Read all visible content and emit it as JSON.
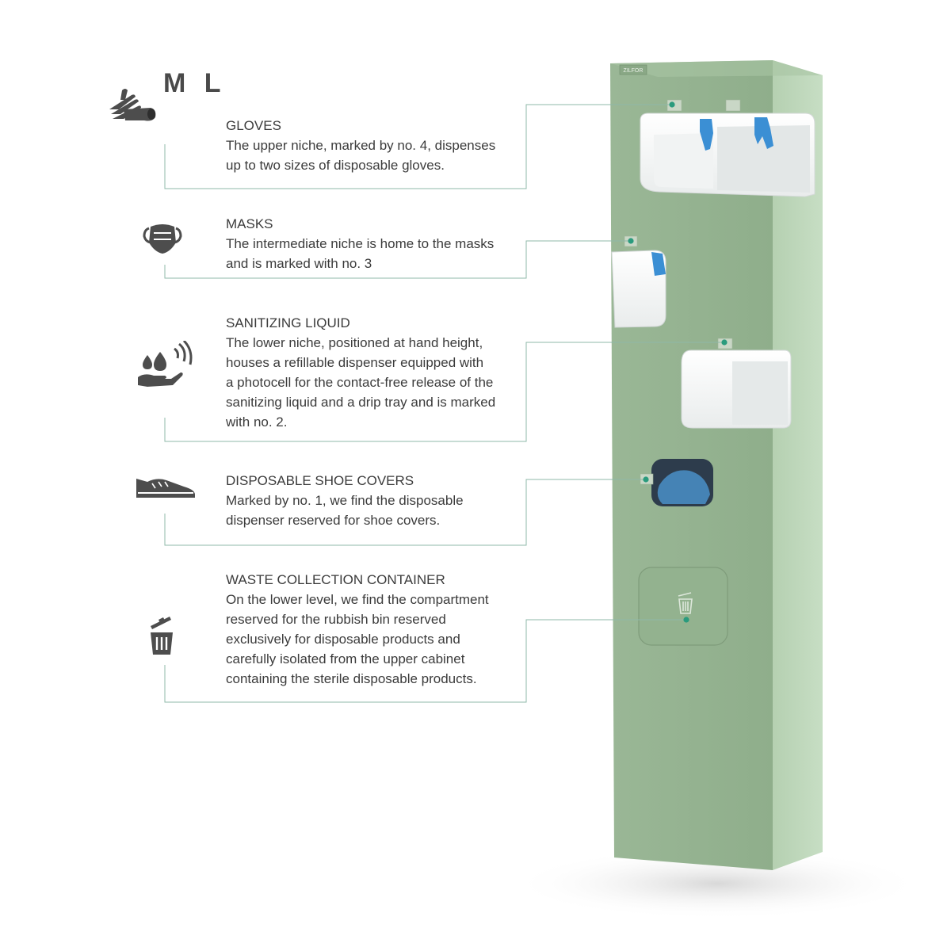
{
  "brand": {
    "plate_text": "ZILFOR",
    "size_label": "M L"
  },
  "colors": {
    "cabinet_front": "#95b391",
    "cabinet_side": "#bcd6b8",
    "cabinet_top": "#a8c4a4",
    "leader_line": "#8fb8a8",
    "dot": "#2a9b7d",
    "glove_blue": "#3b8fd4"
  },
  "sections": [
    {
      "id": "gloves",
      "icon": "gloves-icon",
      "title": "GLOVES",
      "body": "The upper niche, marked by no. 4, dispenses\nup to two sizes of disposable gloves."
    },
    {
      "id": "masks",
      "icon": "mask-icon",
      "title": "MASKS",
      "body": "The intermediate niche is home to the masks\nand is marked with no. 3"
    },
    {
      "id": "sanitizer",
      "icon": "sanitizer-hand-icon",
      "title": "SANITIZING LIQUID",
      "body": "The lower niche, positioned at hand height,\nhouses a refillable dispenser equipped with\na photocell for the contact-free release of the\nsanitizing liquid and a drip tray and is marked\nwith no. 2."
    },
    {
      "id": "shoe-covers",
      "icon": "shoe-icon",
      "title": "DISPOSABLE SHOE COVERS",
      "body": "Marked by no. 1, we find the disposable\ndispenser reserved for shoe covers."
    },
    {
      "id": "waste",
      "icon": "trash-bin-icon",
      "title": "WASTE COLLECTION CONTAINER",
      "body": "On the lower level, we find the compartment\nreserved for the rubbish bin reserved\nexclusively for disposable products and\ncarefully isolated from the upper cabinet\ncontaining the sterile disposable products."
    }
  ]
}
